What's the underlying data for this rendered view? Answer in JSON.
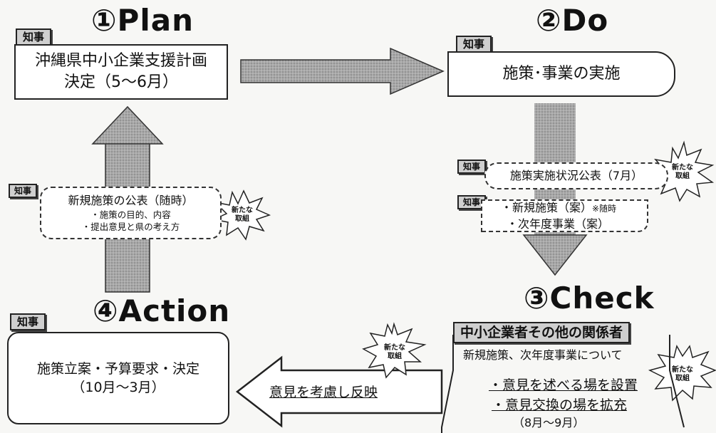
{
  "colors": {
    "arrow_fill": "#9a9a9a",
    "tag_bg": "#cfcfcf",
    "outline": "#222222"
  },
  "governor_tag": "知事",
  "burst_label": [
    "新たな",
    "取組"
  ],
  "plan": {
    "heading": "①Plan",
    "box_lines": [
      "沖縄県中小企業支援計画",
      "決定（5～6月）"
    ]
  },
  "do": {
    "heading": "②Do",
    "box": "施策･事業の実施",
    "status_box": "施策実施状況公表（7月）",
    "new_policy_line": "・新規施策（案）",
    "new_policy_note": "※随時",
    "next_year_line": "・次年度事業（案）"
  },
  "check": {
    "heading": "③Check",
    "stakeholder_tag": "中小企業者その他の関係者",
    "intro": "新規施策、次年度事業について",
    "items": [
      "・意見を述べる場を設置",
      "・意見交換の場を拡充"
    ],
    "period": "（8月～9月）"
  },
  "action": {
    "heading": "④Action",
    "box_lines": [
      "施策立案・予算要求・決定",
      "（10月～3月）"
    ],
    "arrow_label": "意見を考慮し反映"
  },
  "publication": {
    "title": "新規施策の公表（随時）",
    "items": [
      "・施策の目的、内容",
      "・提出意見と県の考え方"
    ]
  }
}
